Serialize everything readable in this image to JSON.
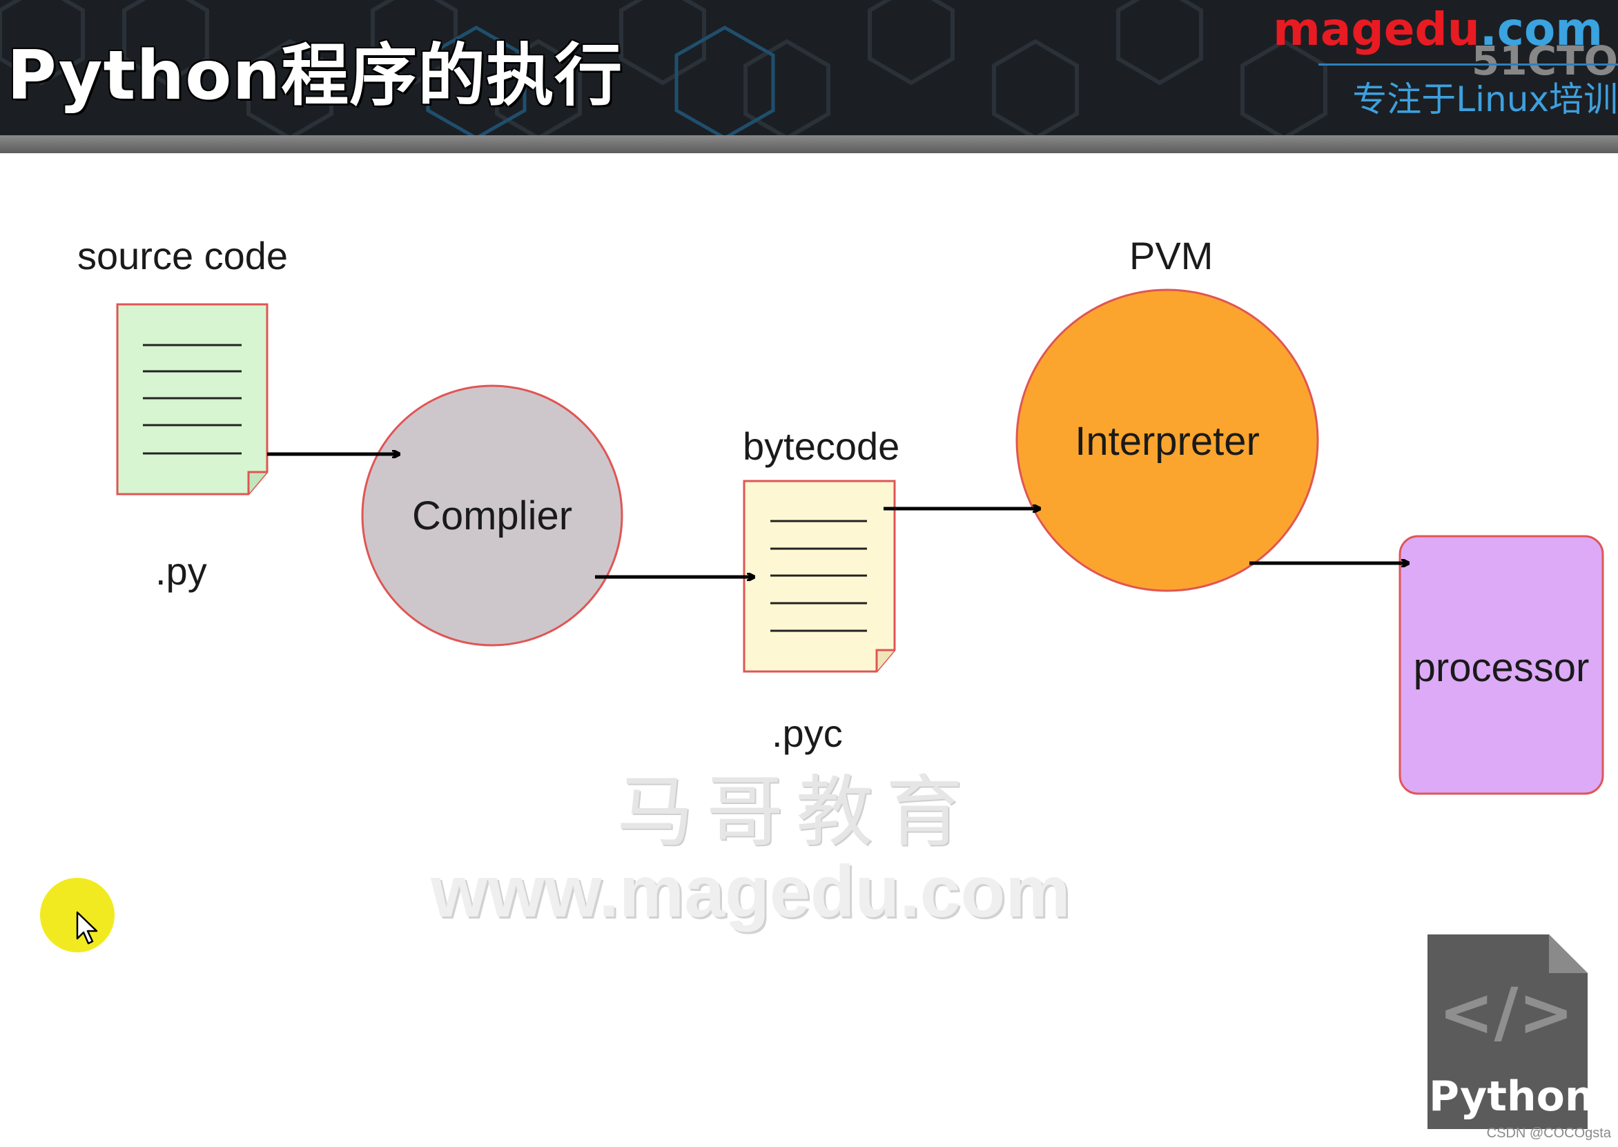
{
  "header": {
    "title": "Python程序的执行",
    "brand_site_main": "magedu",
    "brand_site_tld": ".com",
    "brand_tagline": "专注于Linux培训",
    "brand_51cto": "51CTO"
  },
  "diagram": {
    "source_label": "source code",
    "source_ext": ".py",
    "compiler_label": "Complier",
    "bytecode_label": "bytecode",
    "bytecode_ext": ".pyc",
    "pvm_label": "PVM",
    "interpreter_label": "Interpreter",
    "processor_label": "processor"
  },
  "watermark": {
    "cn": "马哥教育",
    "url": "www.magedu.com"
  },
  "badge": {
    "code_glyph": "</>",
    "label": "Python"
  },
  "credit": "CSDN @COCOgsta",
  "colors": {
    "source_doc_fill": "#d6f5d0",
    "bytecode_doc_fill": "#fdf8d3",
    "compiler_fill": "#cdc7cc",
    "interpreter_fill": "#fba52e",
    "processor_fill": "#dcaaf6",
    "shape_stroke": "#e05555",
    "cursor_highlight": "#f2ea20"
  }
}
